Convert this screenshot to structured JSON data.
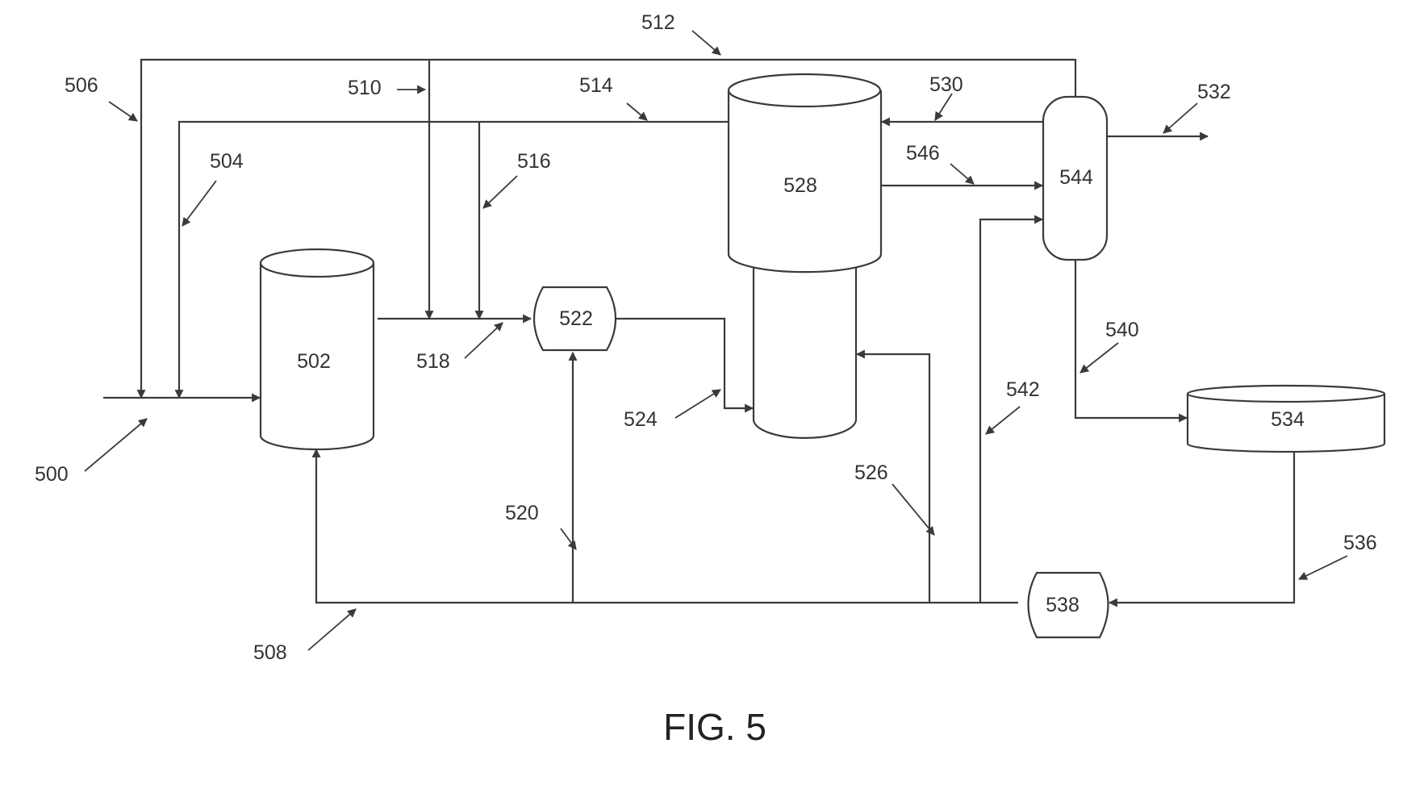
{
  "figure": {
    "caption": "FIG. 5"
  },
  "units": {
    "u502": "502",
    "u522": "522",
    "u528": "528",
    "u534": "534",
    "u538": "538",
    "u544": "544"
  },
  "streams": {
    "s500": "500",
    "s504": "504",
    "s506": "506",
    "s508": "508",
    "s510": "510",
    "s512": "512",
    "s514": "514",
    "s516": "516",
    "s518": "518",
    "s520": "520",
    "s524": "524",
    "s526": "526",
    "s530": "530",
    "s532": "532",
    "s536": "536",
    "s540": "540",
    "s542": "542",
    "s546": "546"
  },
  "colors": {
    "line": "#3a3a3a",
    "text": "#333333",
    "background": "#ffffff"
  }
}
